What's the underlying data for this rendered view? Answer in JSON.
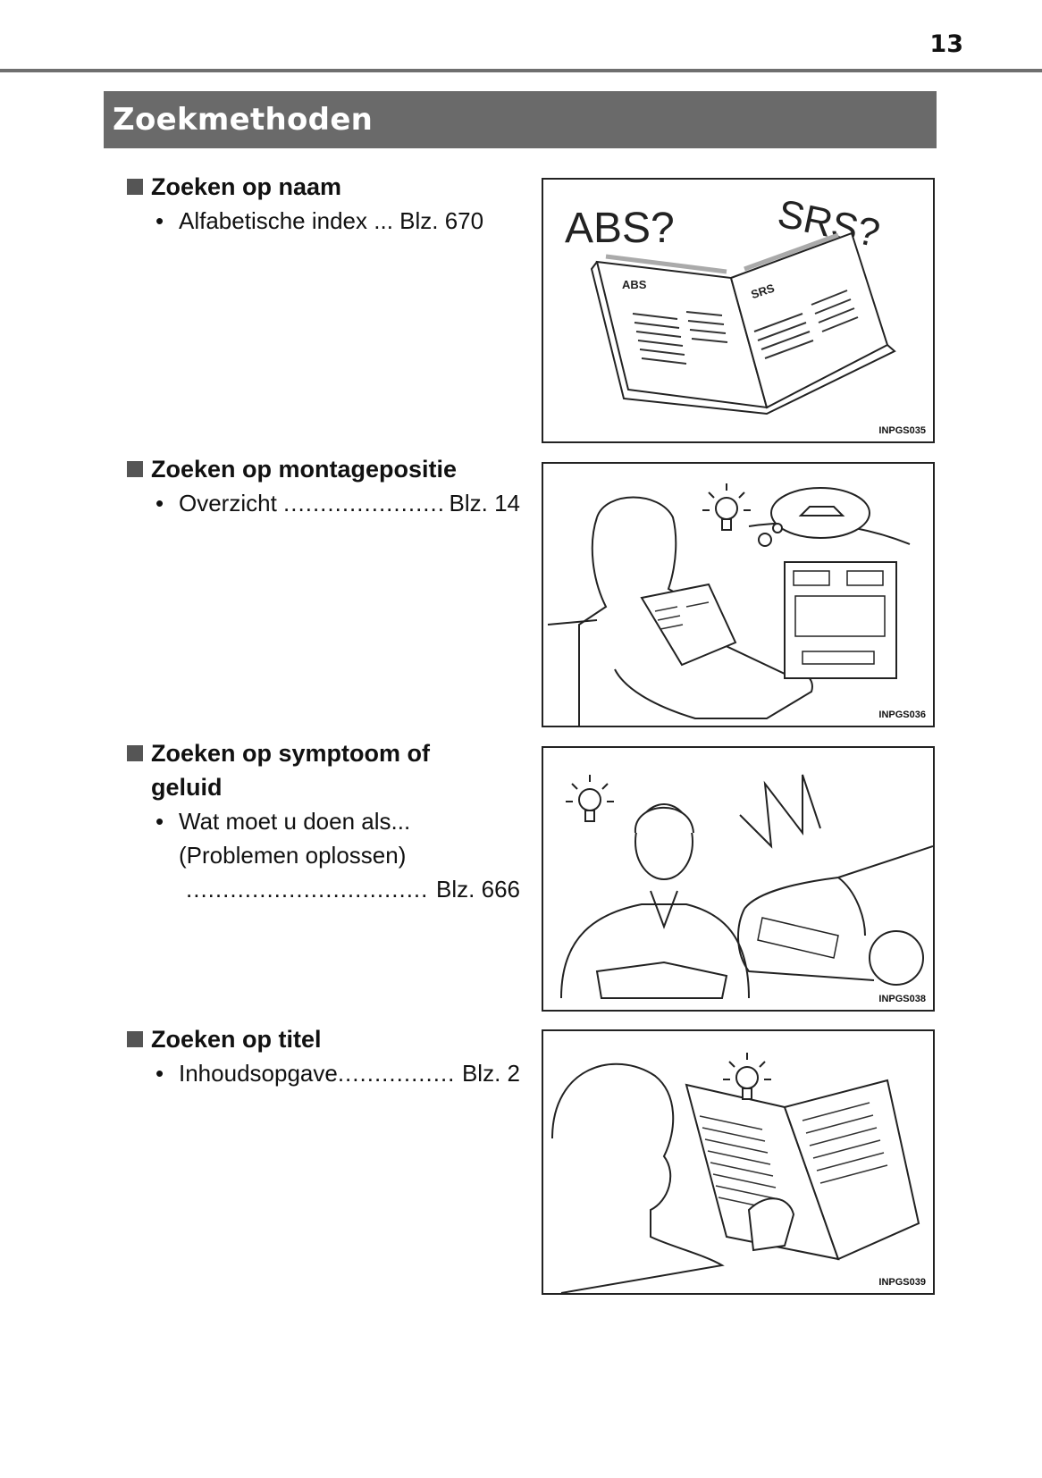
{
  "page_number": "13",
  "title": "Zoekmethoden",
  "sections": [
    {
      "heading": "Zoeken op naam",
      "entry": {
        "text": "Alfabetische index ...",
        "ref": "Blz. 670"
      },
      "figure": {
        "code": "INPGS035",
        "labels": [
          "ABS?",
          "SRS?",
          "ABS",
          "SRS"
        ]
      }
    },
    {
      "heading": "Zoeken op montagepositie",
      "entry": {
        "text": "Overzicht",
        "ref": "Blz. 14"
      },
      "figure": {
        "code": "INPGS036"
      }
    },
    {
      "heading": "Zoeken op symptoom of geluid",
      "entry": {
        "line1": "Wat moet u doen als...",
        "line2": "(Problemen oplossen)",
        "ref": "Blz. 666"
      },
      "figure": {
        "code": "INPGS038"
      }
    },
    {
      "heading": "Zoeken op titel",
      "entry": {
        "text": "Inhoudsopgave",
        "ref": "Blz. 2"
      },
      "figure": {
        "code": "INPGS039"
      }
    }
  ],
  "colors": {
    "title_bar": "#6a6a6a",
    "rule": "#6f6f6f",
    "square_bullet": "#555555"
  }
}
